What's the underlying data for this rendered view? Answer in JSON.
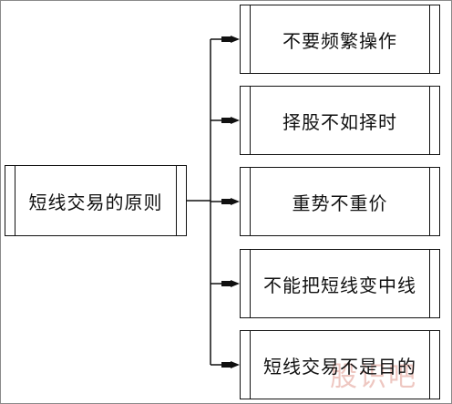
{
  "diagram": {
    "root": {
      "label": "短线交易的原则"
    },
    "children": [
      {
        "label": "不要频繁操作"
      },
      {
        "label": "择股不如择时"
      },
      {
        "label": "重势不重价"
      },
      {
        "label": "不能把短线变中线"
      },
      {
        "label": "短线交易不是目的"
      }
    ]
  },
  "watermark": {
    "text": "股识吧"
  },
  "colors": {
    "line": "#111111",
    "box_border": "#111111",
    "background": "#ffffff",
    "watermark": "#e9b5ad"
  }
}
